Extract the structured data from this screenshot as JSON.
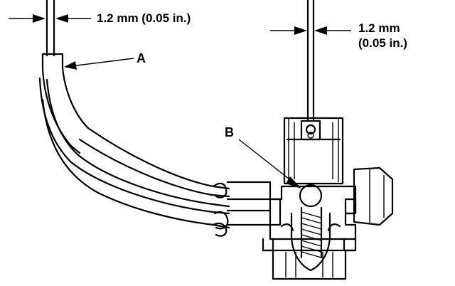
{
  "labels": {
    "dim_left": "1.2 mm (0.05 in.)",
    "dim_right_line1": "1.2 mm",
    "dim_right_line2": "(0.05 in.)",
    "callout_a": "A",
    "callout_b": "B"
  }
}
